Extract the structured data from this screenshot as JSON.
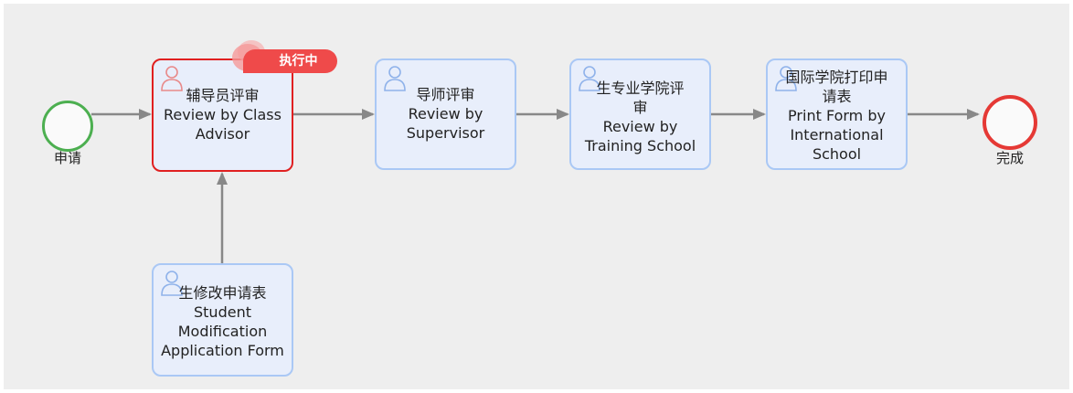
{
  "colors": {
    "start": "#4caf50",
    "end": "#e53935",
    "task_border": "#aac8f5",
    "task_fill": "#e8eefb",
    "active_border": "#e02020",
    "badge": "#ef4a4a",
    "edge": "#888888"
  },
  "events": {
    "start": {
      "label": "申请"
    },
    "end": {
      "label": "完成"
    }
  },
  "badge": {
    "label": "执行中"
  },
  "tasks": [
    {
      "id": "class-advisor",
      "icon": "user-icon",
      "lines": [
        "辅导员评审",
        "Review by Class",
        "Advisor"
      ],
      "active": true
    },
    {
      "id": "supervisor",
      "icon": "user-icon",
      "lines": [
        "导师评审",
        "Review by",
        "Supervisor"
      ],
      "active": false
    },
    {
      "id": "training-school",
      "icon": "user-icon",
      "lines": [
        "生专业学院评",
        "审",
        "Review by",
        "Training School"
      ],
      "active": false
    },
    {
      "id": "international-school",
      "icon": "user-icon",
      "lines": [
        "国际学院打印申",
        "请表",
        "Print Form by",
        "International",
        "School"
      ],
      "active": false
    },
    {
      "id": "student-modification",
      "icon": "user-icon",
      "lines": [
        "生修改申请表",
        "Student",
        "Modification",
        "Application Form"
      ],
      "active": false
    }
  ]
}
